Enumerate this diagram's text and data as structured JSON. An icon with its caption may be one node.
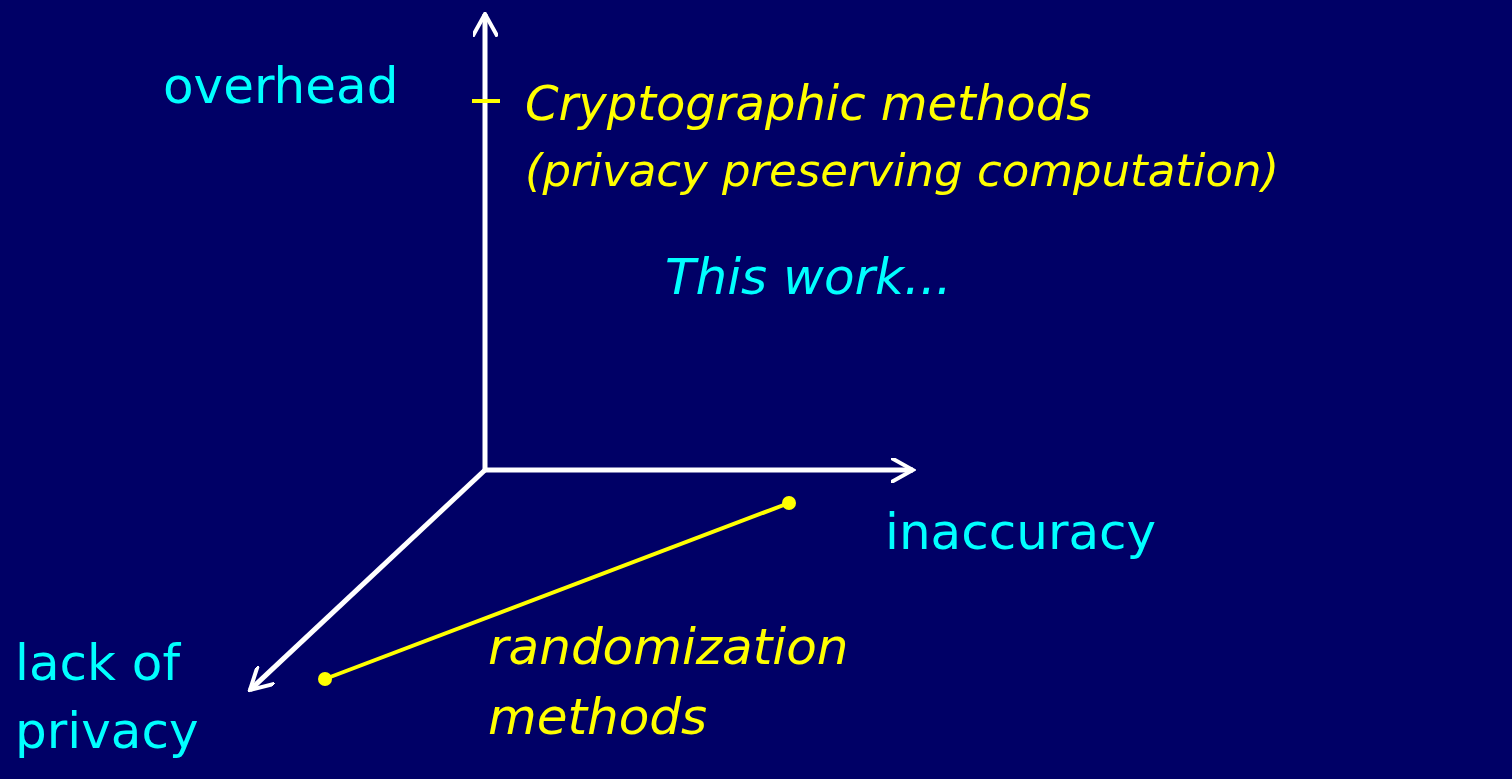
{
  "diagram": {
    "labels": [
      "overhead",
      "Cryptographic methods",
      "(privacy preserving computation)",
      "This work...",
      "inaccuracy",
      "lack of privacy",
      "randomization methods"
    ]
  }
}
